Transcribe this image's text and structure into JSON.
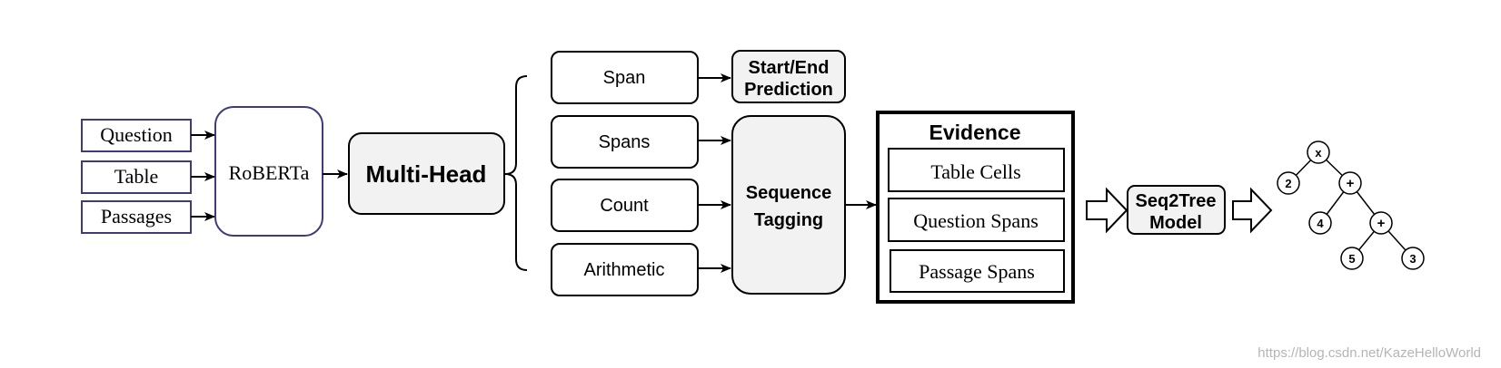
{
  "inputs": {
    "question": "Question",
    "table": "Table",
    "passages": "Passages"
  },
  "encoder": "RoBERTa",
  "multi_head": "Multi-Head",
  "heads": {
    "span": "Span",
    "spans": "Spans",
    "count": "Count",
    "arithmetic": "Arithmetic"
  },
  "start_end": [
    "Start/End",
    "Prediction"
  ],
  "sequence_tagging": [
    "Sequence",
    "Tagging"
  ],
  "evidence": {
    "title": "Evidence",
    "items": [
      "Table Cells",
      "Question Spans",
      "Passage Spans"
    ]
  },
  "seq2tree": [
    "Seq2Tree",
    "Model"
  ],
  "tree": {
    "root": "x",
    "n1": "2",
    "n2": "+",
    "n3": "4",
    "n4": "+",
    "n5": "5",
    "n6": "3"
  },
  "watermark": "https://blog.csdn.net/KazeHelloWorld"
}
